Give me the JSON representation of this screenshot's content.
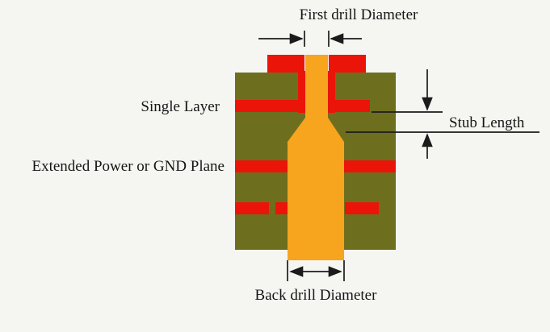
{
  "diagram": {
    "description": "PCB back-drilled via cross-section diagram",
    "labels": {
      "first_drill_diameter": "First drill Diameter",
      "single_layer": "Single Layer",
      "extended_plane": "Extended Power or GND Plane",
      "stub_length": "Stub Length",
      "back_drill_diameter": "Back drill Diameter"
    },
    "colors": {
      "board": "#6e6f1e",
      "copper": "#ea1508",
      "via": "#f7a41f",
      "line": "#1b1b1b",
      "background": "#f5f5f2"
    }
  }
}
